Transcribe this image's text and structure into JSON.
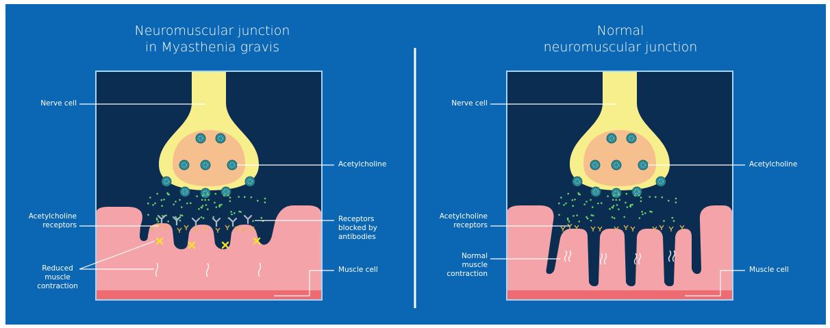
{
  "colors": {
    "background": "#0b67b4",
    "panel": "#0c2d52",
    "panel_border": "#a8d4f5",
    "nerve": "#f7ef8c",
    "vesicle_sac": "#f5c08e",
    "vesicle": "#2b8a96",
    "muscle": "#f4a4a9",
    "muscle_band": "#ee6b72",
    "acetylcholine": "#6fd36a",
    "receptor": "#e1b84a",
    "antibody": "#aeb9c8",
    "blocked_mark": "#f5e12a"
  },
  "left": {
    "title": "Neuromuscular junction\nin Myasthenia gravis",
    "labels": {
      "nerve_cell": "Nerve cell",
      "acetylcholine": "Acetylcholine",
      "receptors": "Acetylcholine\nreceptors",
      "blocked": "Receptors\nblocked by\nantibodies",
      "reduced": "Reduced\nmuscle\ncontraction",
      "muscle_cell": "Muscle cell"
    }
  },
  "right": {
    "title": "Normal\nneuromuscular junction",
    "labels": {
      "nerve_cell": "Nerve cell",
      "acetylcholine": "Acetylcholine",
      "receptors": "Acetylcholine\nreceptors",
      "normal": "Normal\nmuscle\ncontraction",
      "muscle_cell": "Muscle cell"
    }
  }
}
